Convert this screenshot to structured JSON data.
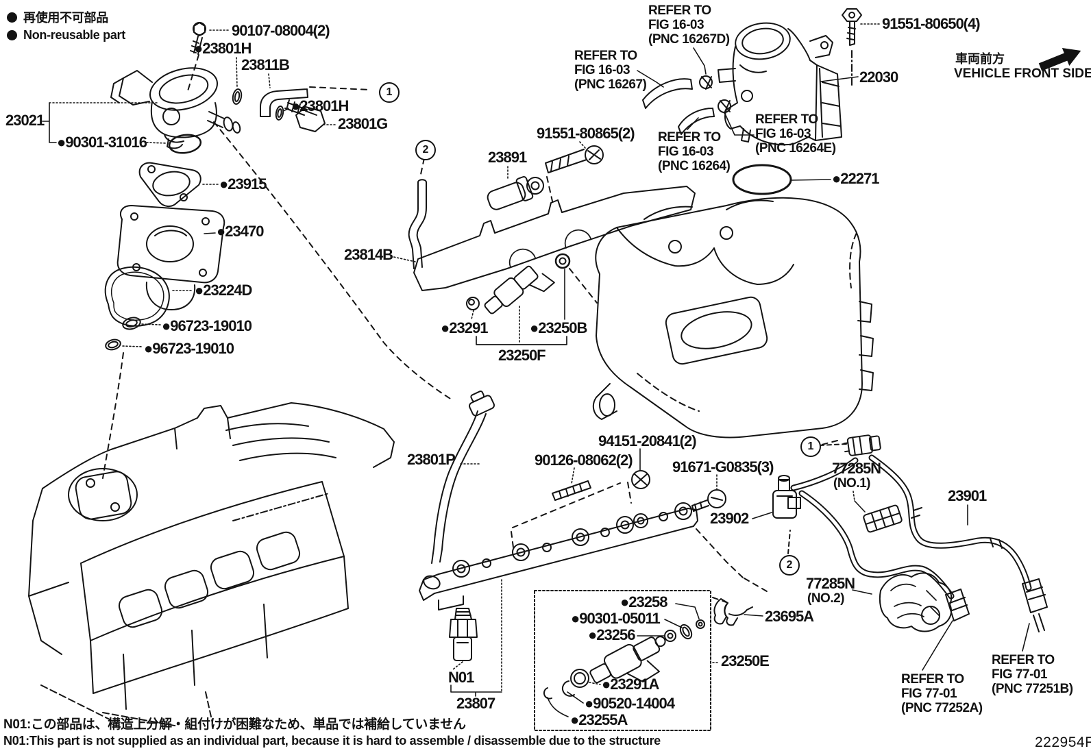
{
  "legend": {
    "jp": "再使用不可部品",
    "en": "Non-reusable part"
  },
  "front_marker": {
    "jp": "車両前方",
    "en": "VEHICLE FRONT SIDE"
  },
  "callouts": {
    "one": "1",
    "two": "2"
  },
  "parts": {
    "p90107": "90107-08004(2)",
    "p23801H_a": "●23801H",
    "p23811B": "23811B",
    "p23801H_b": "●23801H",
    "p23801G": "23801G",
    "p23021": "23021",
    "p90301_31016": "●90301-31016",
    "p23915": "●23915",
    "p23470": "●23470",
    "p23224D": "●23224D",
    "p96723_a": "●96723-19010",
    "p96723_b": "●96723-19010",
    "p23814B": "23814B",
    "p23891": "23891",
    "p91551_80865": "91551-80865(2)",
    "p23291": "●23291",
    "p23250B": "●23250B",
    "p23250F": "23250F",
    "p91551_80650": "91551-80650(4)",
    "p22030": "22030",
    "p22271": "●22271",
    "p23801P": "23801P",
    "p90126": "90126-08062(2)",
    "p94151": "94151-20841(2)",
    "p91671": "91671-G0835(3)",
    "p23902": "23902",
    "p77285N_1": "77285N",
    "p77285N_1b": "(NO.1)",
    "p23901": "23901",
    "p77285N_2": "77285N",
    "p77285N_2b": "(NO.2)",
    "p23695A": "23695A",
    "p23258": "●23258",
    "p90301_05011": "●90301-05011",
    "p23256": "●23256",
    "p23291A": "●23291A",
    "p90520": "●90520-14004",
    "p23255A": "●23255A",
    "p23250E": "23250E",
    "pN01": "N01",
    "p23807": "23807"
  },
  "refer": {
    "r16267D": {
      "l1": "REFER TO",
      "l2": "FIG 16-03",
      "l3": "(PNC 16267D)"
    },
    "r16267": {
      "l1": "REFER TO",
      "l2": "FIG 16-03",
      "l3": "(PNC 16267)"
    },
    "r16264": {
      "l1": "REFER TO",
      "l2": "FIG 16-03",
      "l3": "(PNC 16264)"
    },
    "r16264E": {
      "l1": "REFER TO",
      "l2": "FIG 16-03",
      "l3": "(PNC 16264E)"
    },
    "r77252A": {
      "l1": "REFER TO",
      "l2": "FIG 77-01",
      "l3": "(PNC 77252A)"
    },
    "r77251B": {
      "l1": "REFER TO",
      "l2": "FIG 77-01",
      "l3": "(PNC 77251B)"
    }
  },
  "notes": {
    "jp": "N01:この部品は、構造上分解・組付けが困難なため、単品では補給していません",
    "en": "N01:This part is not supplied as an individual part, because it is hard to assemble / disassemble due to the structure"
  },
  "drawing_code": "222954F"
}
